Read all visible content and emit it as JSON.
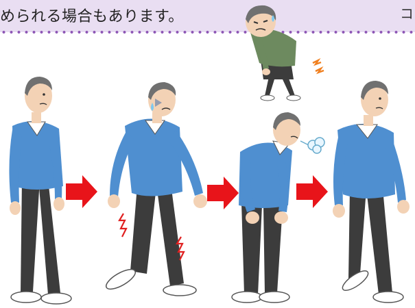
{
  "banner": {
    "text": "められる場合もあります。",
    "corner_glyph": "コ",
    "background": "#e9def2",
    "dot_color": "#8e57b6"
  },
  "figures": [
    {
      "pose": "walking-normal"
    },
    {
      "pose": "limping-pain"
    },
    {
      "pose": "bent-over-resting"
    },
    {
      "pose": "walking-recovered"
    }
  ],
  "inset": {
    "pose": "bent-over-pain"
  },
  "colors": {
    "sweater": "#4f8fd0",
    "pants": "#3c3c3c",
    "shoes": "#ffffff",
    "arrow": "#e8141a",
    "pain_mark": "#e02020",
    "skin": "#f3d2b5",
    "hair": "#707070",
    "inset_shirt": "#6d8a5f"
  },
  "icons": [
    "arrow-right-icon",
    "pain-mark-icon",
    "sigh-puff-icon",
    "sweat-drop-icon"
  ]
}
